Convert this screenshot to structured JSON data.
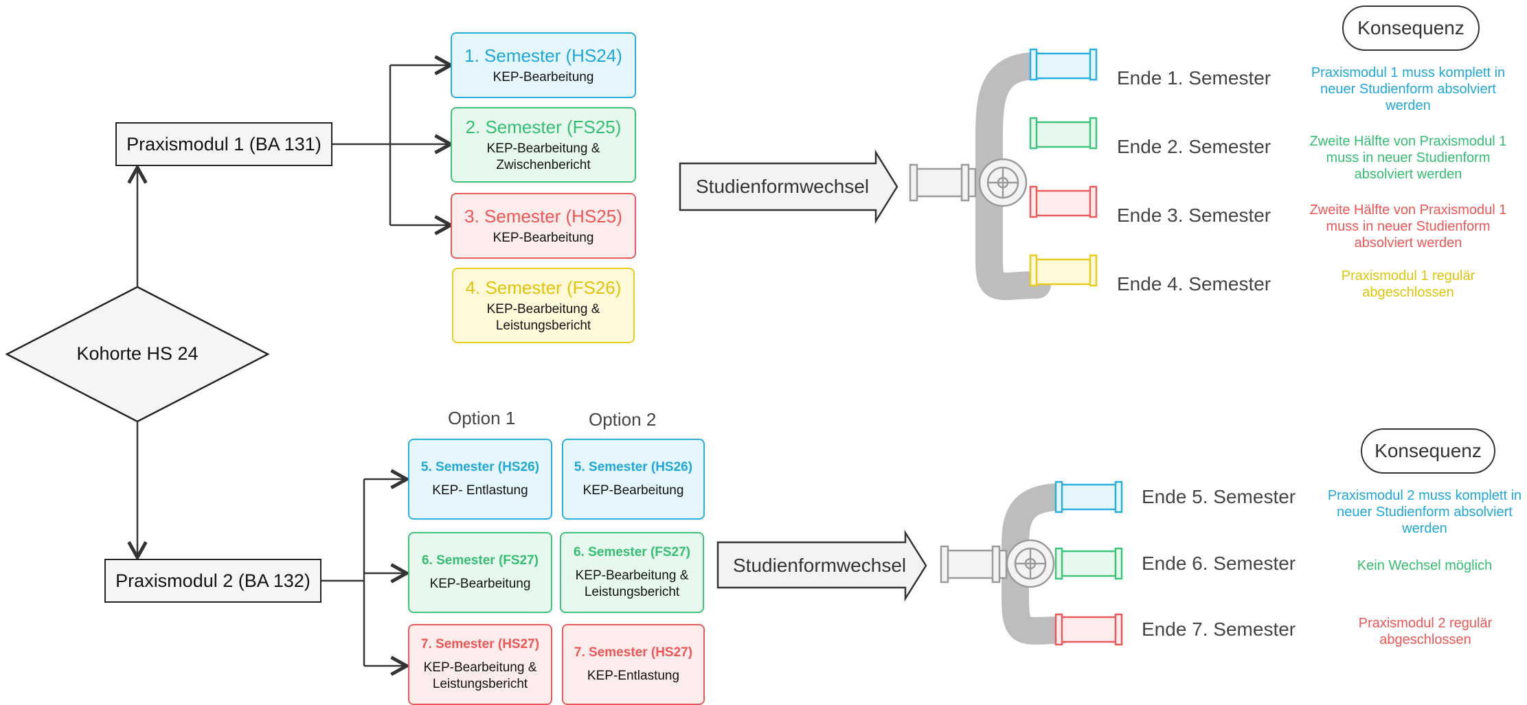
{
  "root": {
    "label": "Kohorte HS 24"
  },
  "modules": [
    {
      "label": "Praxismodul 1 (BA 131)"
    },
    {
      "label": "Praxismodul 2 (BA 132)"
    }
  ],
  "section1": {
    "semesters": [
      {
        "title": "1. Semester (HS24)",
        "sub": "KEP-Bearbeitung"
      },
      {
        "title": "2. Semester (FS25)",
        "sub": "KEP-Bearbeitung & Zwischenbericht"
      },
      {
        "title": "3. Semester (HS25)",
        "sub": "KEP-Bearbeitung"
      },
      {
        "title": "4. Semester (FS26)",
        "sub": "KEP-Bearbeitung & Leistungsbericht"
      }
    ],
    "switch_label": "Studienformwechsel",
    "consequence_header": "Konsequenz",
    "ends": [
      {
        "label": "Ende 1. Semester",
        "consequence": "Praxismodul 1 muss komplett in neuer Studienform absolviert werden"
      },
      {
        "label": "Ende 2. Semester",
        "consequence": "Zweite Hälfte von Praxismodul 1 muss in neuer Studienform absolviert werden"
      },
      {
        "label": "Ende 3. Semester",
        "consequence": "Zweite Hälfte von Praxismodul 1 muss in neuer Studienform absolviert werden"
      },
      {
        "label": "Ende 4. Semester",
        "consequence": "Praxismodul 1 regulär abgeschlossen"
      }
    ]
  },
  "section2": {
    "option1_label": "Option 1",
    "option2_label": "Option 2",
    "option1": [
      {
        "title": "5. Semester (HS26)",
        "sub": "KEP- Entlastung"
      },
      {
        "title": "6. Semester (FS27)",
        "sub": "KEP-Bearbeitung"
      },
      {
        "title": "7. Semester (HS27)",
        "sub": "KEP-Bearbeitung & Leistungsbericht"
      }
    ],
    "option2": [
      {
        "title": "5. Semester (HS26)",
        "sub": "KEP-Bearbeitung"
      },
      {
        "title": "6. Semester (FS27)",
        "sub": "KEP-Bearbeitung & Leistungsbericht"
      },
      {
        "title": "7. Semester (HS27)",
        "sub": "KEP-Entlastung"
      }
    ],
    "switch_label": "Studienformwechsel",
    "consequence_header": "Konsequenz",
    "ends": [
      {
        "label": "Ende 5. Semester",
        "consequence": "Praxismodul 2 muss komplett in neuer Studienform absolviert werden"
      },
      {
        "label": "Ende 6. Semester",
        "consequence": "Kein Wechsel möglich"
      },
      {
        "label": "Ende 7. Semester",
        "consequence": "Praxismodul 2 regulär abgeschlossen"
      }
    ]
  },
  "colors": {
    "blue": "#1fa7d9",
    "green": "#34be71",
    "red": "#ee5555",
    "yellow": "#e0c40a"
  }
}
